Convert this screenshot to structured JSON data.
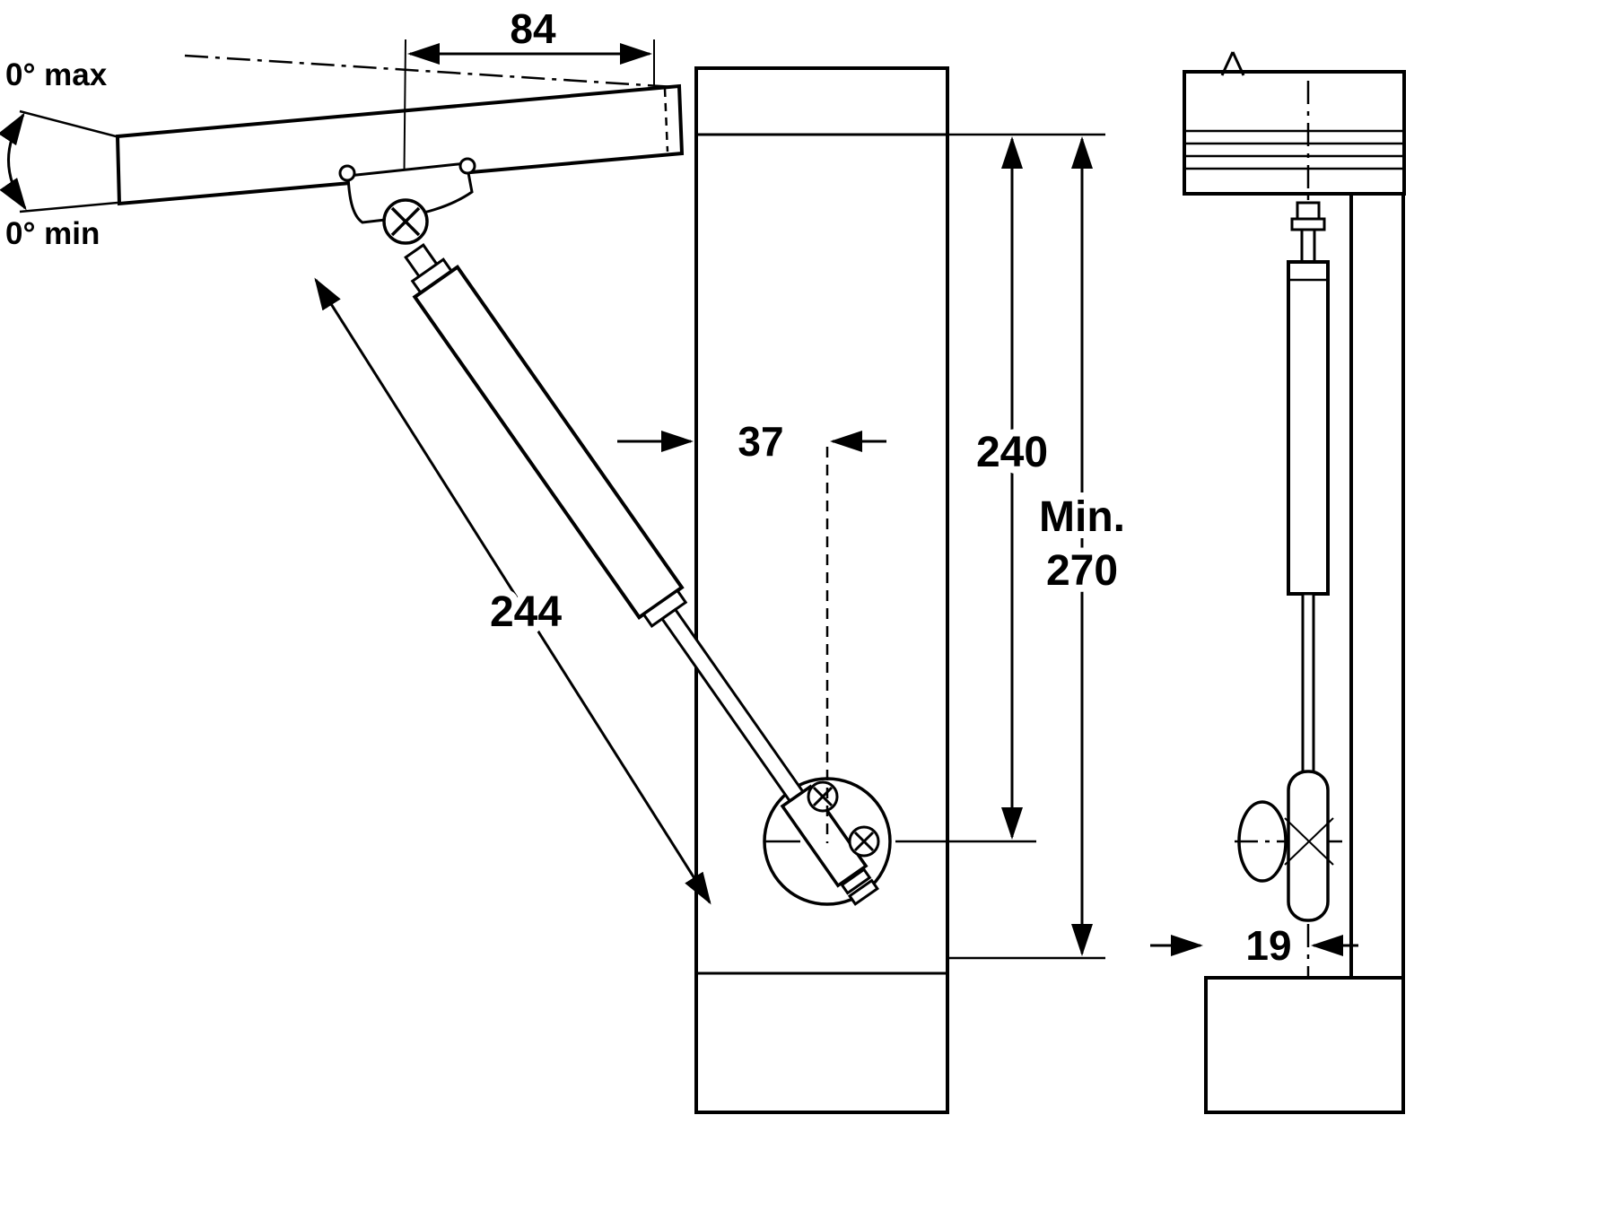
{
  "diagram": {
    "type": "technical-drawing",
    "subject": "gas-strut-flap-stay-installation-dimensions",
    "views": {
      "front": {
        "dim_top_width": "84",
        "angle_max": "0° max",
        "angle_min": "0° min",
        "dim_strut_length": "244",
        "dim_edge_offset": "37",
        "dim_height_240": "240",
        "dim_min_height_label": "Min.",
        "dim_min_height_value": "270"
      },
      "side": {
        "dim_axis_offset": "19"
      }
    },
    "colors": {
      "panel_gray": "#c9c9c9",
      "line": "#000000",
      "background": "#ffffff"
    }
  }
}
